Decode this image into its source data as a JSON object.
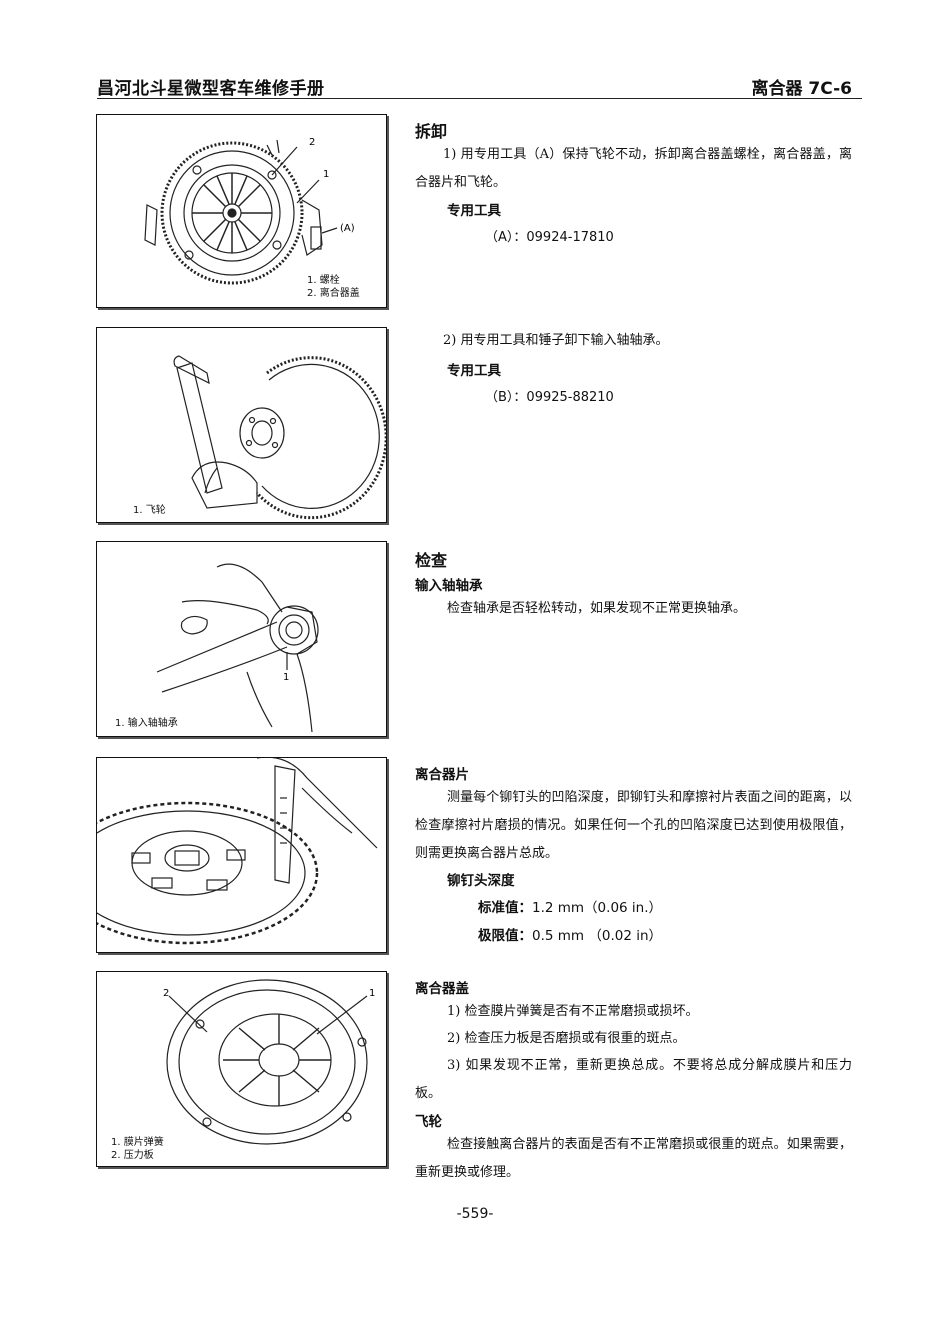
{
  "header": {
    "manual_title": "昌河北斗星微型客车维修手册",
    "section_ref": "离合器 7C-6"
  },
  "figures": {
    "fig1": {
      "callouts": [
        "2",
        "1",
        "(A)"
      ],
      "legend": [
        "1. 螺栓",
        "2. 离合器盖"
      ],
      "icon": "clutch-cover-removal-illustration"
    },
    "fig2": {
      "legend": [
        "1. 飞轮"
      ],
      "icon": "flywheel-bearing-removal-illustration"
    },
    "fig3": {
      "callouts": [
        "1"
      ],
      "legend": [
        "1. 输入轴轴承"
      ],
      "icon": "bearing-inspection-illustration"
    },
    "fig4": {
      "icon": "clutch-disc-measurement-illustration"
    },
    "fig5": {
      "callouts": [
        "2",
        "1"
      ],
      "legend": [
        "1. 膜片弹簧",
        "2. 压力板"
      ],
      "icon": "clutch-cover-illustration"
    }
  },
  "removal": {
    "title": "拆卸",
    "step1": "1) 用专用工具（A）保持飞轮不动，拆卸离合器盖螺栓，离合器盖，离合器片和飞轮。",
    "tool_label": "专用工具",
    "tool_a": "（A）：09924-17810",
    "step2": "2) 用专用工具和锤子卸下输入轴轴承。",
    "tool_label_2": "专用工具",
    "tool_b": "（B）：09925-88210"
  },
  "inspection": {
    "title": "检查",
    "bearing_title": "输入轴轴承",
    "bearing_text": "检查轴承是否轻松转动，如果发现不正常更换轴承。",
    "disc_title": "离合器片",
    "disc_text": "测量每个铆钉头的凹陷深度，即铆钉头和摩擦衬片表面之间的距离，以检查摩擦衬片磨损的情况。如果任何一个孔的凹陷深度已达到使用极限值，则需更换离合器片总成。",
    "rivet_label": "铆钉头深度",
    "standard_label": "标准值：",
    "standard_value": "1.2 mm（0.06 in.）",
    "limit_label": "极限值：",
    "limit_value": "0.5 mm （0.02 in）",
    "cover_title": "离合器盖",
    "cover_1": "1) 检查膜片弹簧是否有不正常磨损或损坏。",
    "cover_2": "2) 检查压力板是否磨损或有很重的斑点。",
    "cover_3": "3) 如果发现不正常，重新更换总成。不要将总成分解成膜片和压力板。",
    "flywheel_title": "飞轮",
    "flywheel_text": "检查接触离合器片的表面是否有不正常磨损或很重的斑点。如果需要，重新更换或修理。"
  },
  "footer": {
    "page_number": "-559-"
  }
}
